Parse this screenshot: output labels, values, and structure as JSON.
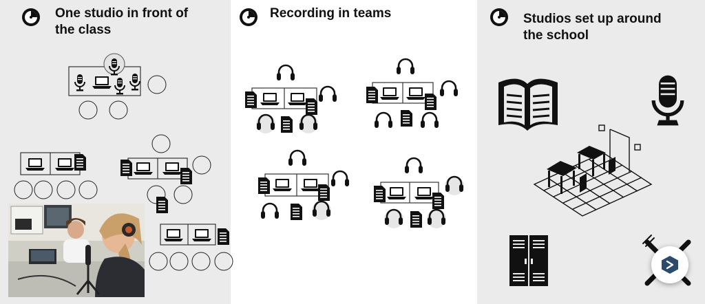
{
  "panels": [
    {
      "title": "One studio in front of\nthe class"
    },
    {
      "title": "Recording in teams"
    },
    {
      "title": "Studios set up around\nthe school"
    }
  ],
  "icons": {
    "clock": "clock-icon",
    "microphone": "microphone-icon",
    "laptop": "laptop-icon",
    "document": "document-icon",
    "headphones": "headphones-icon",
    "book": "book-icon",
    "lockers": "lockers-icon",
    "classroom": "classroom-icon",
    "cutlery": "cutlery-icon",
    "fab": "assistant-icon"
  },
  "colors": {
    "panel_grey": "#ebebeb",
    "panel_white": "#ffffff",
    "ink": "#111111",
    "fab_blue": "#2c4a6b"
  }
}
